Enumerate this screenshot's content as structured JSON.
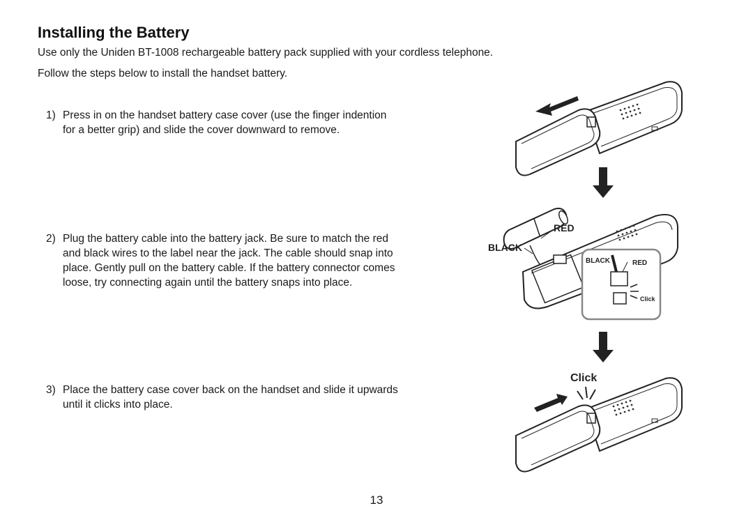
{
  "title": "Installing the Battery",
  "intro": [
    "Use only the Uniden BT-1008 rechargeable battery pack supplied with your cordless telephone.",
    "Follow the steps below to install the handset battery."
  ],
  "steps": [
    {
      "num": "1)",
      "text": "Press in on the handset battery case cover (use the finger indention for a better grip) and slide the cover downward to remove."
    },
    {
      "num": "2)",
      "text": "Plug the battery cable into the battery jack. Be sure to match the red and black wires to the label near the jack. The cable should snap into place. Gently pull on the battery cable. If the battery connector comes loose, try connecting again until the battery snaps into place."
    },
    {
      "num": "3)",
      "text": "Place the battery case cover back on the handset and slide it upwards until it clicks into place."
    }
  ],
  "illustration_labels": {
    "red": "RED",
    "black": "BLACK",
    "inset_black": "BLACK",
    "inset_red": "RED",
    "inset_click": "Click",
    "click": "Click"
  },
  "page_number": "13"
}
